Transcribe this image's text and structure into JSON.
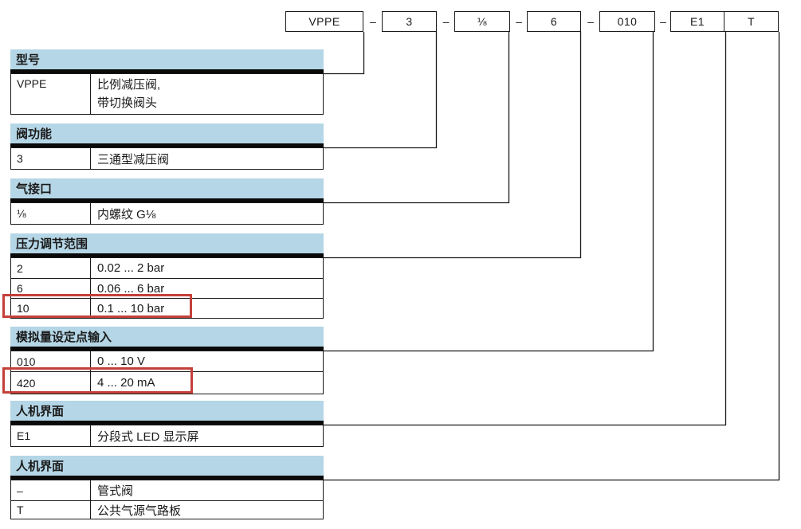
{
  "code_row": {
    "separator": "–",
    "segments": [
      "VPPE",
      "3",
      "⅛",
      "6",
      "010",
      "E1",
      "T"
    ]
  },
  "sections": [
    {
      "title": "型号",
      "rows": [
        {
          "code": "VPPE",
          "desc_lines": [
            "比例减压阀,",
            "带切换阀头"
          ]
        }
      ]
    },
    {
      "title": "阀功能",
      "rows": [
        {
          "code": "3",
          "desc": "三通型减压阀"
        }
      ]
    },
    {
      "title": "气接口",
      "rows": [
        {
          "code": "⅛",
          "desc": "内螺纹 G⅛"
        }
      ]
    },
    {
      "title": "压力调节范围",
      "rows": [
        {
          "code": "2",
          "desc": "0.02 ... 2 bar"
        },
        {
          "code": "6",
          "desc": "0.06 ... 6 bar"
        },
        {
          "code": "10",
          "desc": "0.1 ... 10 bar",
          "highlighted": true
        }
      ]
    },
    {
      "title": "模拟量设定点输入",
      "rows": [
        {
          "code": "010",
          "desc": "0 ... 10 V"
        },
        {
          "code": "420",
          "desc": "4 ... 20 mA",
          "highlighted": true
        }
      ]
    },
    {
      "title": "人机界面",
      "rows": [
        {
          "code": "E1",
          "desc": "分段式 LED 显示屏"
        }
      ]
    },
    {
      "title": "人机界面",
      "rows": [
        {
          "code": "–",
          "desc": "管式阀"
        },
        {
          "code": "T",
          "desc": "公共气源气路板"
        }
      ]
    }
  ],
  "colors": {
    "header_bg": "#b5d6e6",
    "line": "#1a1a1a",
    "bar": "#0a0a0a",
    "highlight": "#c5403a"
  }
}
